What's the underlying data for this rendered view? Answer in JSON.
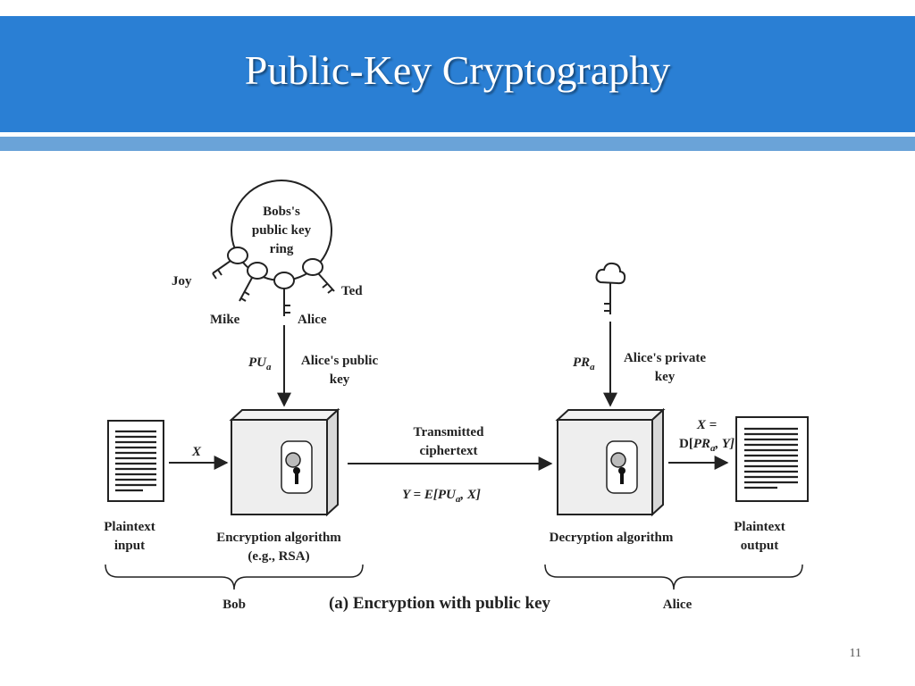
{
  "slide": {
    "title": "Public-Key Cryptography",
    "page_number": "11"
  },
  "diagram": {
    "key_ring": {
      "line1": "Bobs's",
      "line2": "public key",
      "line3": "ring"
    },
    "ring_keys": {
      "joy": "Joy",
      "mike": "Mike",
      "alice": "Alice",
      "ted": "Ted"
    },
    "public_key": {
      "symbol": "PU",
      "subscript": "a",
      "label_line1": "Alice's public",
      "label_line2": "key"
    },
    "private_key": {
      "symbol": "PR",
      "subscript": "a",
      "label_line1": "Alice's private",
      "label_line2": "key"
    },
    "input_arrow_label": "X",
    "transmitted": {
      "line1": "Transmitted",
      "line2": "ciphertext"
    },
    "cipher_formula": {
      "lhs": "Y = E[",
      "var": "PU",
      "sub": "a",
      "rest": ", X]"
    },
    "output_formula": {
      "line1": "X =",
      "pre": "D[",
      "var": "PR",
      "sub": "a",
      "rest": ", Y]"
    },
    "plaintext_input": {
      "line1": "Plaintext",
      "line2": "input"
    },
    "plaintext_output": {
      "line1": "Plaintext",
      "line2": "output"
    },
    "encryption": {
      "line1": "Encryption algorithm",
      "line2": "(e.g., RSA)"
    },
    "decryption": {
      "line1": "Decryption algorithm"
    },
    "bob_label": "Bob",
    "alice_label": "Alice",
    "caption": "(a) Encryption with public key"
  }
}
